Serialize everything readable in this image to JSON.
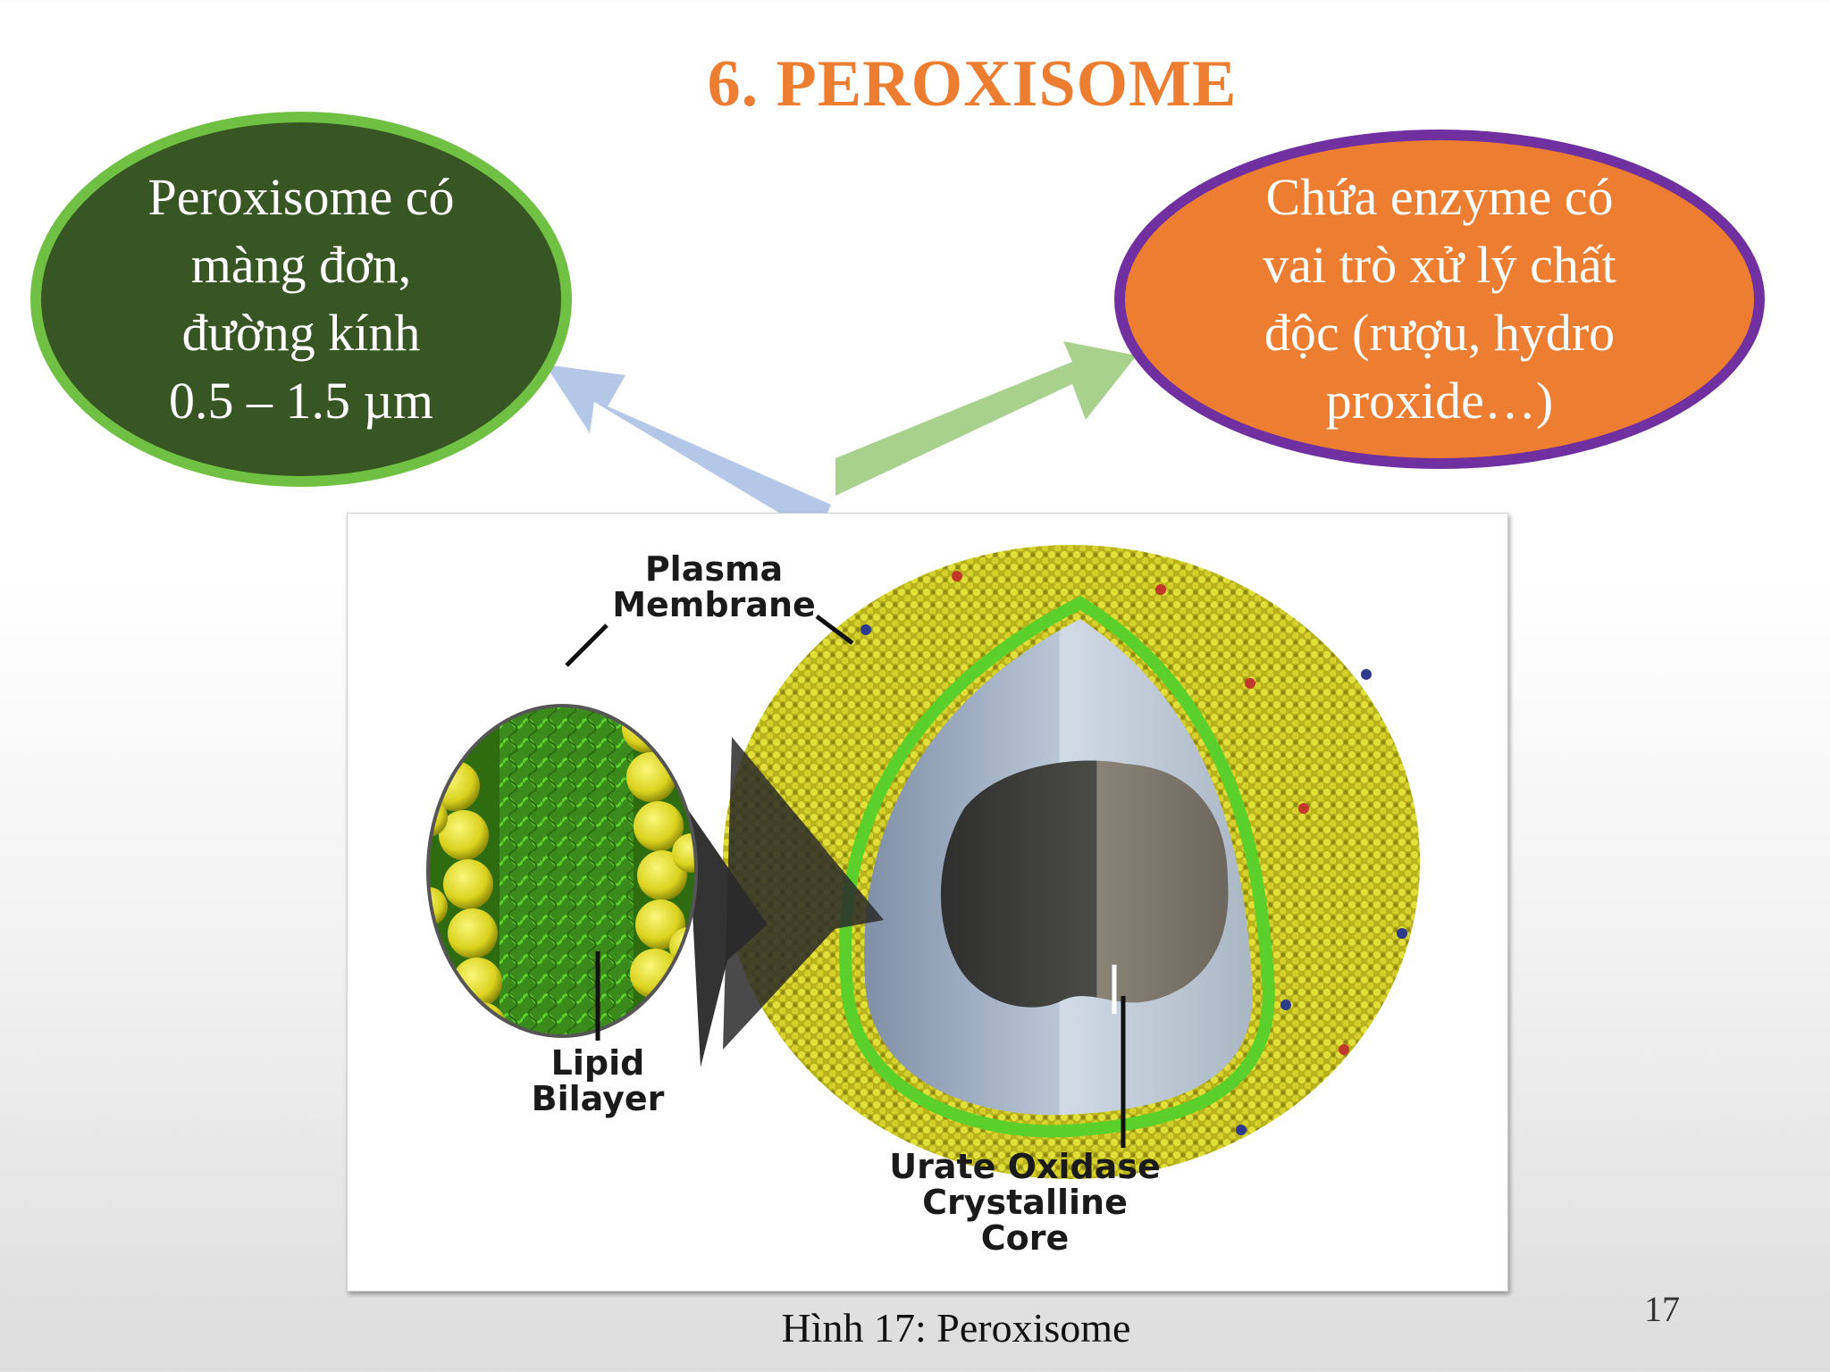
{
  "slide": {
    "title": "6. PEROXISOME",
    "page_number": "17"
  },
  "left_oval": {
    "text": "Peroxisome có\nmàng đơn,\nđường kính\n0.5 – 1.5 µm",
    "fill_color": "#375623",
    "border_color": "#70C143"
  },
  "right_oval": {
    "text": "Chứa enzyme có\nvai trò xử lý chất\nđộc (rượu, hydro\nproxide…)",
    "fill_color": "#ED7D31",
    "border_color": "#7030A0"
  },
  "arrows": {
    "left_color": "#B4C7E7",
    "right_color": "#A9D18E"
  },
  "figure": {
    "labels": {
      "plasma_membrane_line1": "Plasma",
      "plasma_membrane_line2": "Membrane",
      "lipid_bilayer_line1": "Lipid",
      "lipid_bilayer_line2": "Bilayer",
      "urate_line1": "Urate Oxidase",
      "urate_line2": "Crystalline",
      "urate_line3": "Core"
    },
    "caption": "Hình 17: Peroxisome"
  }
}
